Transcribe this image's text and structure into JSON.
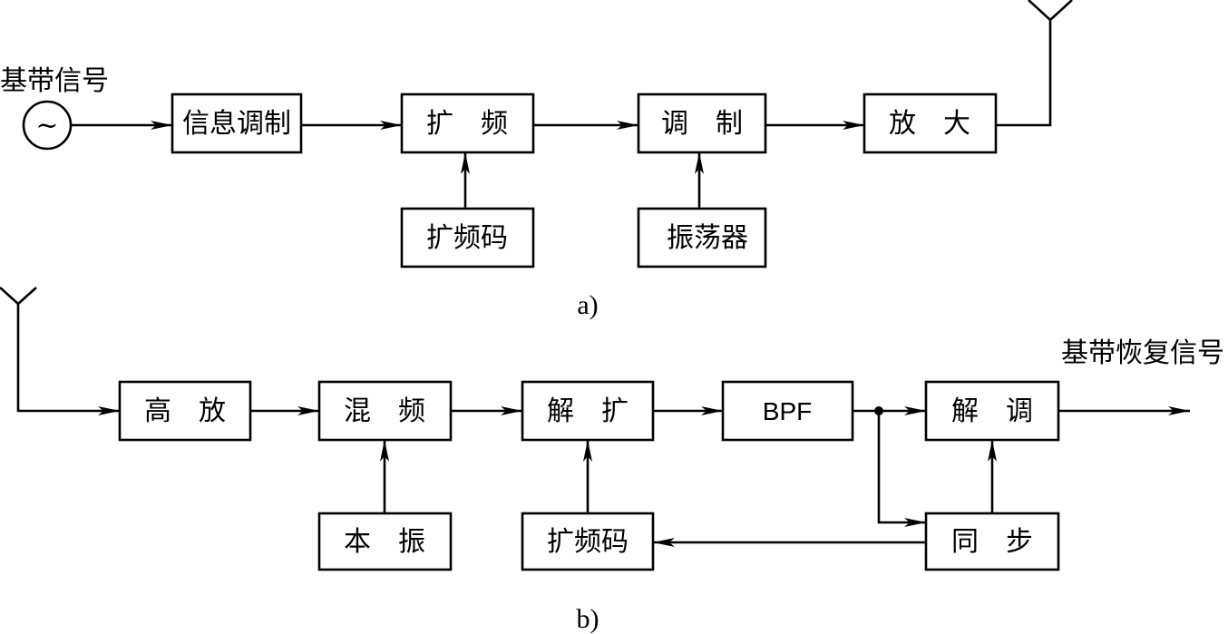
{
  "diagram_a": {
    "caption": "a)",
    "source_label": "基带信号",
    "source_symbol": "~",
    "blocks": {
      "info_mod": "信息调制",
      "spread": "扩　频",
      "modulate": "调　制",
      "amplify": "放　大",
      "spread_code": "扩频码",
      "oscillator": "振荡器"
    }
  },
  "diagram_b": {
    "caption": "b)",
    "output_label": "基带恢复信号",
    "blocks": {
      "hf_amp": "高　放",
      "mixer": "混　频",
      "despread": "解　扩",
      "bpf": "BPF",
      "demod": "解　调",
      "local_osc": "本　振",
      "spread_code": "扩频码",
      "sync": "同　步"
    }
  }
}
